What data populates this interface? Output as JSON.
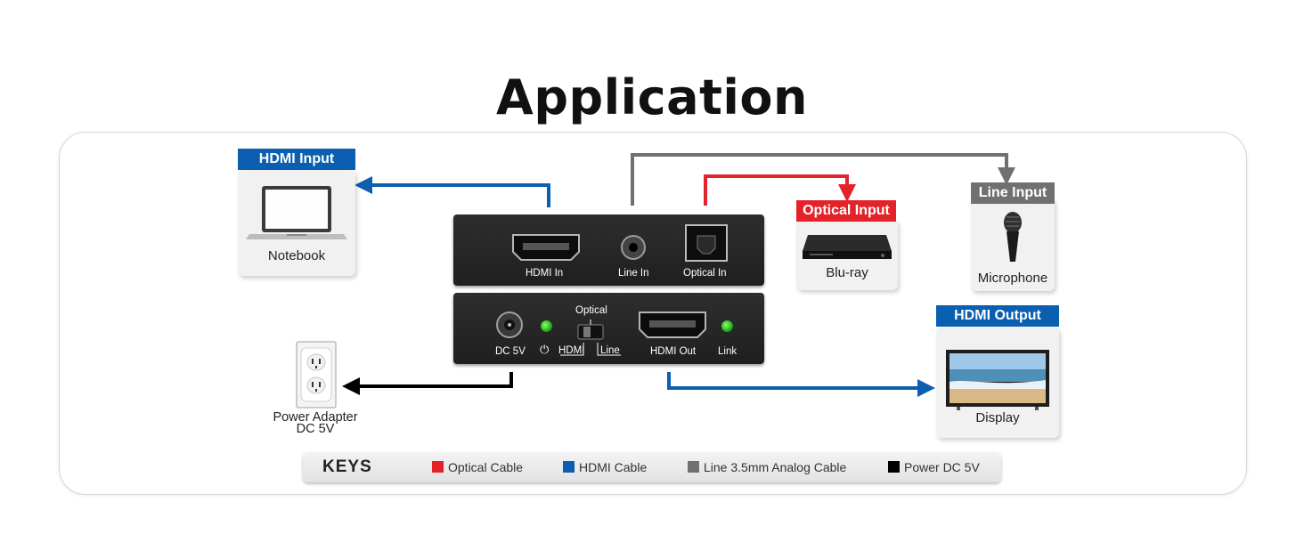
{
  "title": "Application",
  "sources": {
    "notebook": {
      "tag": "HDMI Input",
      "caption": "Notebook"
    },
    "bluray": {
      "tag": "Optical Input",
      "caption": "Blu-ray"
    },
    "microphone": {
      "tag": "Line Input",
      "caption": "Microphone"
    },
    "display": {
      "tag": "HDMI Output",
      "caption": "Display"
    },
    "power": {
      "caption_line1": "Power Adapter",
      "caption_line2": "DC 5V"
    }
  },
  "device_top": {
    "ports": [
      "HDMI In",
      "Line In",
      "Optical In"
    ]
  },
  "device_bottom": {
    "ports": {
      "dc": "DC 5V",
      "hdmi_out": "HDMI Out",
      "link": "Link"
    },
    "switch": {
      "top": "Optical",
      "left": "HDMI",
      "right": "Line"
    },
    "power_symbol": "⏻"
  },
  "keys": {
    "title": "KEYS",
    "items": [
      {
        "label": "Optical Cable",
        "color": "#e3222a"
      },
      {
        "label": "HDMI Cable",
        "color": "#0a5fb0"
      },
      {
        "label": "Line 3.5mm Analog Cable",
        "color": "#707070"
      },
      {
        "label": "Power DC 5V",
        "color": "#000000"
      }
    ]
  },
  "colors": {
    "optical": "#e3222a",
    "hdmi": "#0a5fb0",
    "line": "#707070",
    "power": "#000000"
  }
}
